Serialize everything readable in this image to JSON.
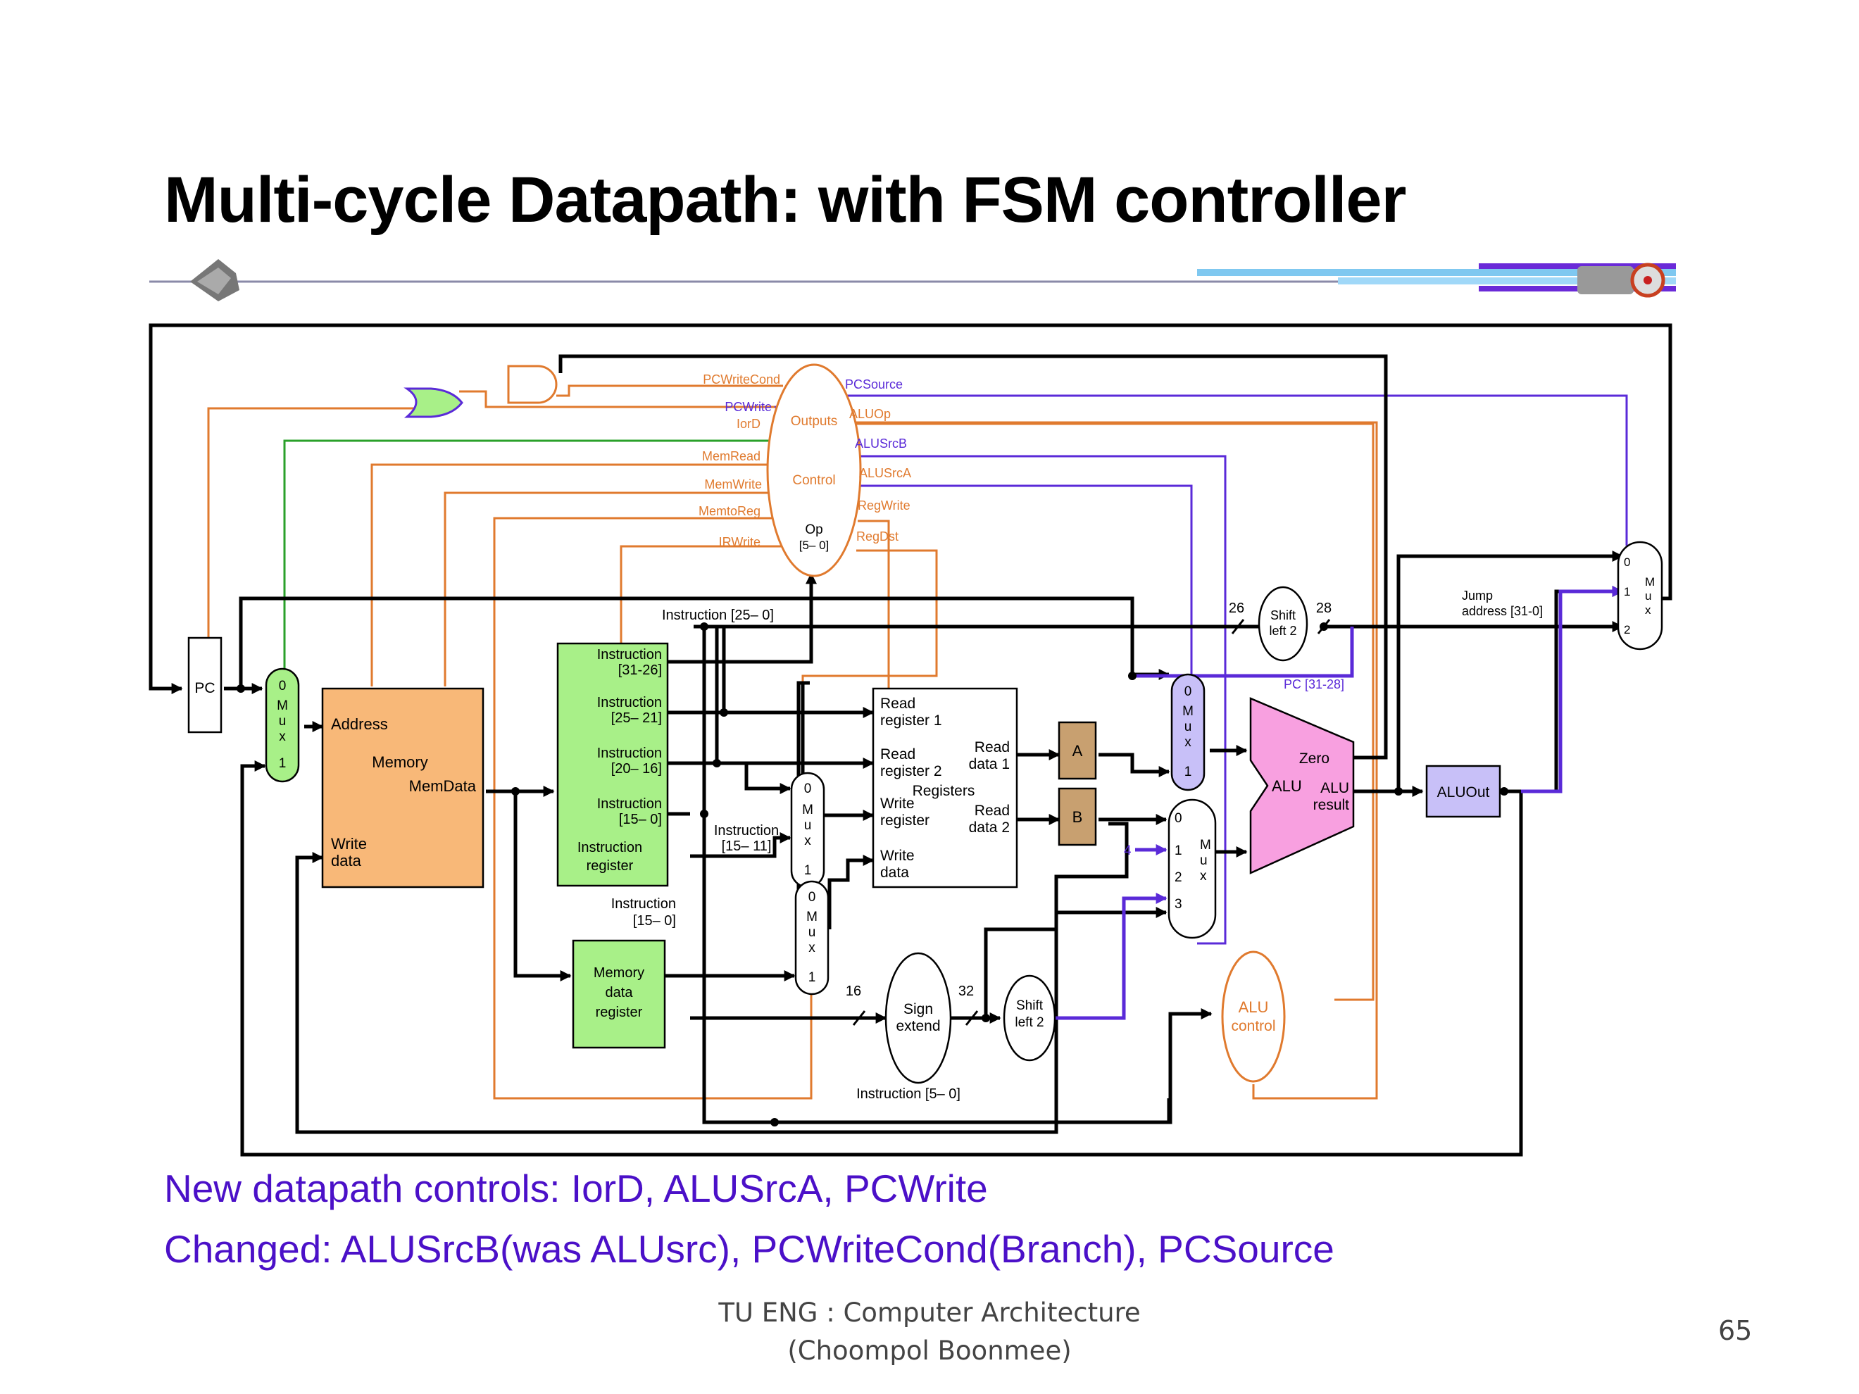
{
  "slide": {
    "title": "Multi-cycle Datapath: with FSM controller",
    "note_line1": "New datapath controls: IorD, ALUSrcA, PCWrite",
    "note_line2": "Changed: ALUSrcB(was ALUsrc), PCWriteCond(Branch), PCSource",
    "footer_line1": "TU ENG : Computer Architecture",
    "footer_line2": "(Choompol Boonmee)",
    "page_number": "65"
  },
  "colors": {
    "control_orange": "#e07a2e",
    "control_purple": "#5a2ad8",
    "green_wire": "#2aa02a",
    "memory_fill": "#f8b878",
    "register_fill": "#a8f088",
    "alu_fill": "#f8a0e0",
    "temp_reg_fill": "#c8a070",
    "aluout_fill": "#c8c0f8",
    "mux_green": "#a8f088",
    "mux_purple": "#c8c0f8"
  },
  "diagram": {
    "control": {
      "outputs_label": "Outputs",
      "control_label": "Control",
      "op_label": "Op",
      "op_range": "[5– 0]",
      "left_signals": [
        "PCWriteCond",
        "PCWrite",
        "IorD",
        "MemRead",
        "MemWrite",
        "MemtoReg",
        "IRWrite"
      ],
      "right_signals": [
        "PCSource",
        "ALUOp",
        "ALUSrcB",
        "ALUSrcA",
        "RegWrite",
        "RegDst"
      ]
    },
    "pc": "PC",
    "memory": {
      "address": "Address",
      "name": "Memory",
      "memdata": "MemData",
      "write": "Write",
      "data": "data"
    },
    "ir": {
      "f1a": "Instruction",
      "f1b": "[31-26]",
      "f2a": "Instruction",
      "f2b": "[25– 21]",
      "f3a": "Instruction",
      "f3b": "[20– 16]",
      "f4a": "Instruction",
      "f4b": "[15– 0]",
      "name1": "Instruction",
      "name2": "register"
    },
    "mdr": {
      "l1": "Memory",
      "l2": "data",
      "l3": "register"
    },
    "regfile": {
      "rr1a": "Read",
      "rr1b": "register 1",
      "rr2a": "Read",
      "rr2b": "register 2",
      "wra": "Write",
      "wrb": "register",
      "wda": "Write",
      "wdb": "data",
      "rd1a": "Read",
      "rd1b": "data 1",
      "rd2a": "Read",
      "rd2b": "data 2",
      "name": "Registers"
    },
    "labels": {
      "instr_25_0": "Instruction [25– 0]",
      "instr_15_11a": "Instruction",
      "instr_15_11b": "[15– 11]",
      "instr_15_0a": "Instruction",
      "instr_15_0b": "[15– 0]",
      "instr_5_0": "Instruction [5– 0]",
      "bits_26": "26",
      "bits_28": "28",
      "bits_16": "16",
      "bits_32": "32",
      "pc_31_28": "PC [31-28]",
      "jump_a": "Jump",
      "jump_b": "address [31-0]",
      "four": "4"
    },
    "shift_top": {
      "a": "Shift",
      "b": "left 2"
    },
    "shift_bot": {
      "a": "Shift",
      "b": "left 2"
    },
    "sign_extend": {
      "a": "Sign",
      "b": "extend"
    },
    "reg_a": "A",
    "reg_b": "B",
    "alu": {
      "name": "ALU",
      "zero": "Zero",
      "res_a": "ALU",
      "res_b": "result"
    },
    "aluout": "ALUOut",
    "alu_control": {
      "a": "ALU",
      "b": "control"
    },
    "mux_letters": [
      "M",
      "u",
      "x"
    ],
    "mux_inputs": [
      "0",
      "1",
      "2",
      "3"
    ]
  }
}
